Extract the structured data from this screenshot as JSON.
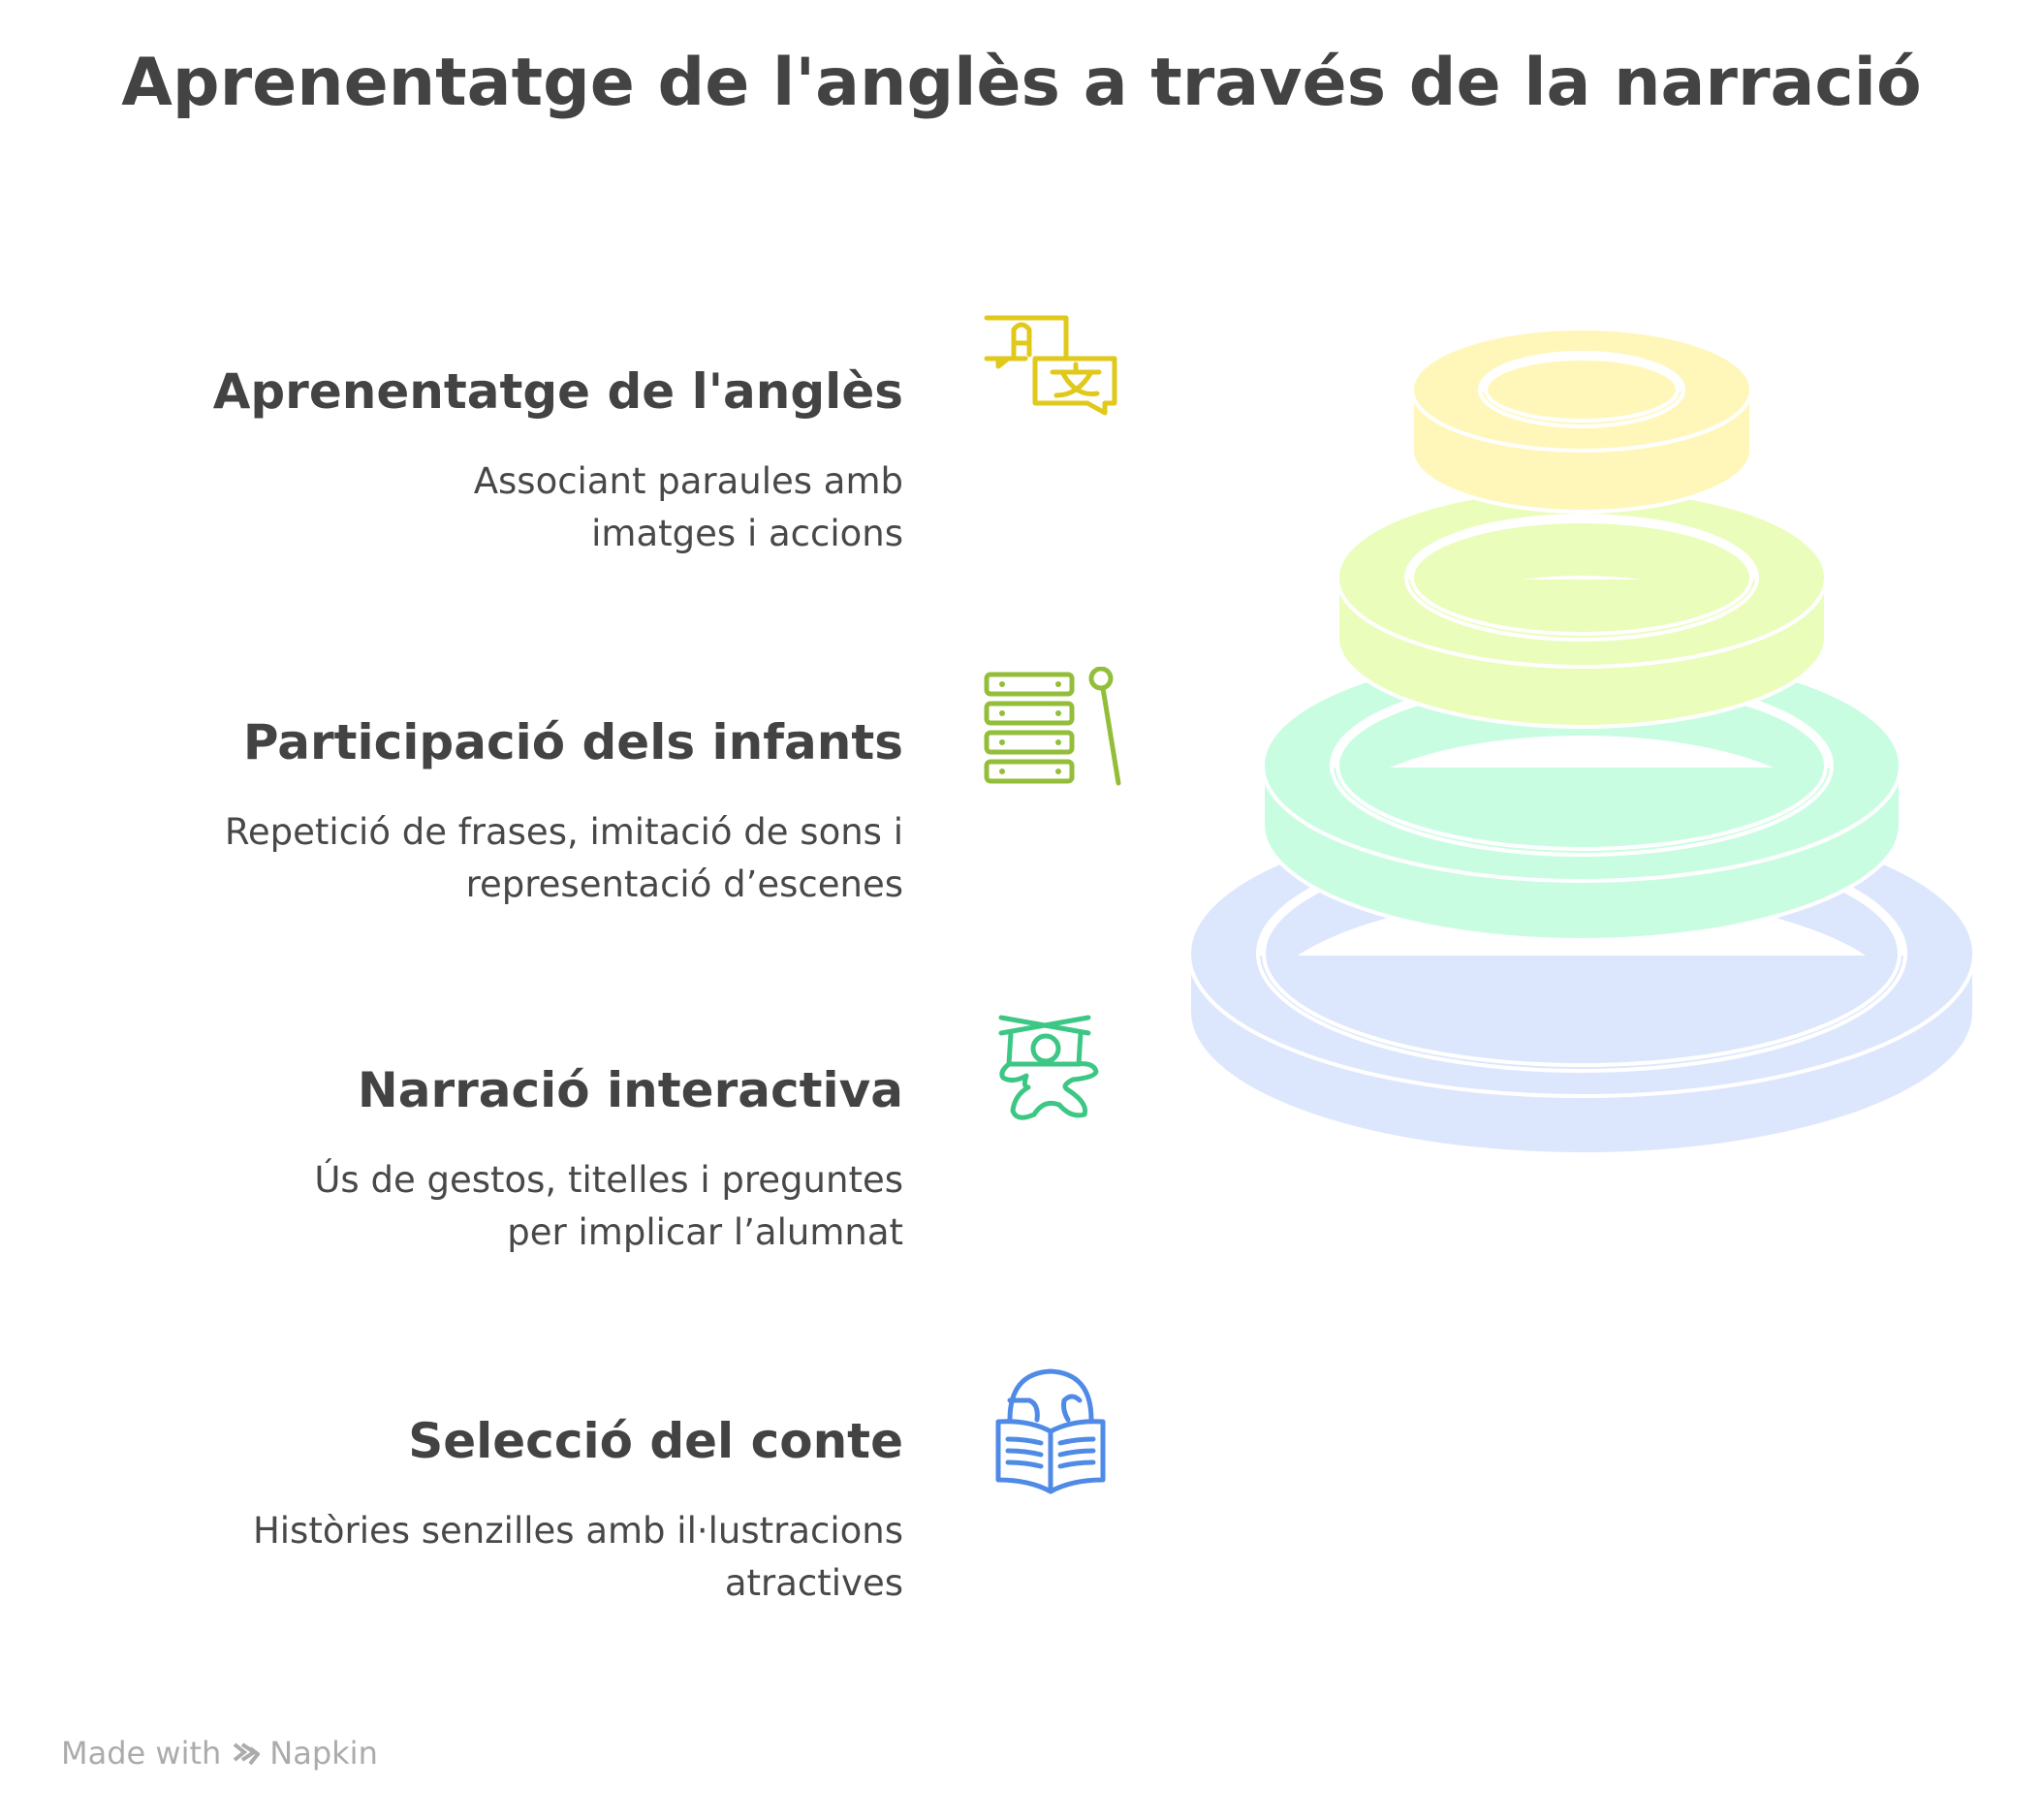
{
  "title": "Aprenentatge de l'anglès a través de la narració",
  "items": [
    {
      "heading": "Aprenentatge de l'anglès",
      "description": "Associant paraules amb imatges i accions",
      "icon": "translate-icon",
      "color": "#E0C91A",
      "ring_color": "#FFF7BA"
    },
    {
      "heading": "Participació dels infants",
      "description": "Repetició de frases, imitació de sons i representació d’escenes",
      "icon": "xylophone-icon",
      "color": "#93BE3A",
      "ring_color": "#EAFDBA"
    },
    {
      "heading": "Narració interactiva",
      "description": "Ús de gestos, titelles i preguntes per implicar l’alumnat",
      "icon": "puppet-icon",
      "color": "#3CC784",
      "ring_color": "#C9FDE2"
    },
    {
      "heading": "Selecció del conte",
      "description": "Històries senzilles amb il·lustracions atractives",
      "icon": "book-globe-icon",
      "color": "#4F8BE6",
      "ring_color": "#DCE7FD"
    }
  ],
  "footer": {
    "made_with": "Made with",
    "brand": "Napkin"
  }
}
